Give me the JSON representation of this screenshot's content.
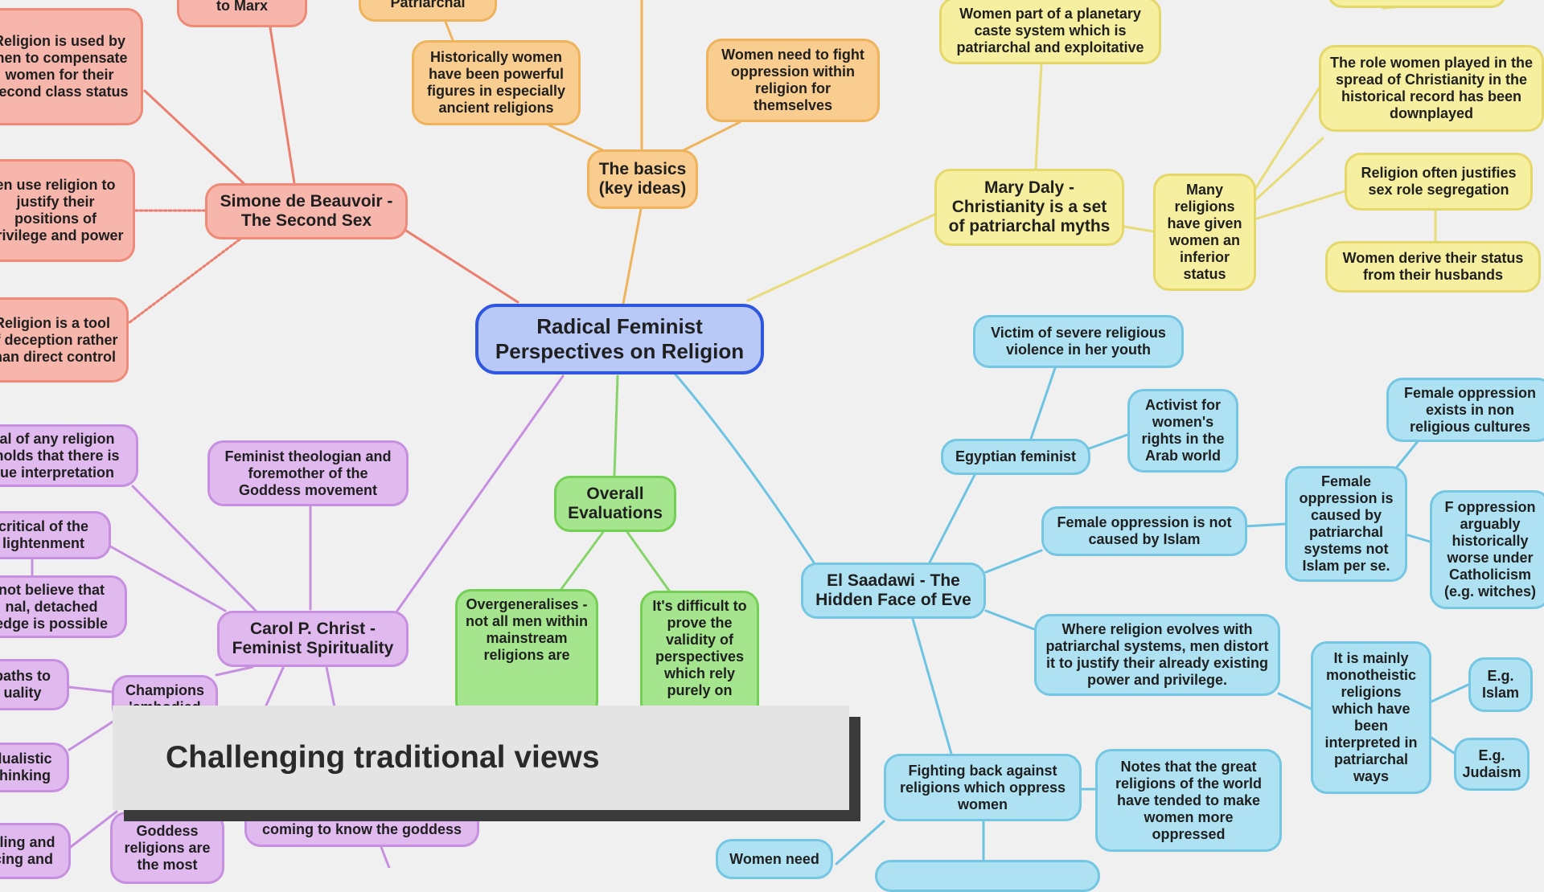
{
  "central": "Radical Feminist Perspectives on Religion",
  "nodes": {
    "marx": "to Marx",
    "patriarchal": "Patriarchal",
    "religion_compensate": "Religion is used by men to compensate women for their second class status",
    "men_justify": "en use religion to justify their positions of privilege and power",
    "religion_tool": "Religion is a tool of deception rather than direct control",
    "beauvoir": "Simone de Beauvoir - The Second Sex",
    "historically_women": "Historically women have been powerful figures in especially ancient religions",
    "women_fight": "Women need to fight oppression within religion for themselves",
    "basics": "The basics (key ideas)",
    "planetary": "Women part of a planetary caste system which is patriarchal and exploitative",
    "role_women": "The role women played in the spread of Christianity in the historical record has been downplayed",
    "sex_role": "Religion often justifies sex role segregation",
    "derive_status": "Women derive their status from their husbands",
    "many_religions": "Many religions have given women an inferior status",
    "daly": "Mary Daly - Christianity is a set of patriarchal myths",
    "victim": "Victim of severe religious violence in her youth",
    "activist": "Activist for women's rights in the Arab world",
    "egyptian": "Egyptian feminist",
    "female_non_religious": "Female oppression exists in non religious cultures",
    "not_islam": "Female oppression is not caused by Islam",
    "patriarchal_systems": "Female oppression is caused by patriarchal systems not Islam per se.",
    "catholicism": "F oppression arguably historically worse under Catholicism (e.g. witches)",
    "saadawi": "El Saadawi - The Hidden Face of Eve",
    "religion_evolves": "Where religion evolves with patriarchal systems, men distort it to justify their already existing power and privilege.",
    "monotheistic": "It is mainly monotheistic religions which have been interpreted in patriarchal ways",
    "islam": "E.g. Islam",
    "judaism": "E.g. Judaism",
    "fighting_back": "Fighting back against religions which oppress women",
    "notes_great": "Notes that the great religions of the world have tended to make women more oppressed",
    "women_need": "Women need",
    "any_religion": "al of any religion holds that there is ue interpretation",
    "enlightenment": "critical of the lightenment",
    "not_believe": "not believe that nal, detached edge is possible",
    "paths": "paths to uality",
    "dualistic": "dualistic thinking",
    "feeling": "eling and cing and",
    "theologian": "Feminist theologian and foremother of the Goddess movement",
    "christ": "Carol P. Christ - Feminist Spirituality",
    "champions": "Champions 'embodied",
    "goddess_religions": "Goddess religions are the most",
    "different_ways": "There are different ways of coming to know the goddess",
    "evaluations": "Overall Evaluations",
    "overgeneralises": "Overgeneralises - not all men within mainstream religions are",
    "difficult": "It's difficult to prove the validity of perspectives which rely purely on"
  },
  "caption": "Challenging traditional views",
  "colors": {
    "edge_pink": "#ec7e6e",
    "edge_orange": "#eeb35b",
    "edge_yellow": "#e8dc78",
    "edge_purple": "#c68fdf",
    "edge_green": "#86d46a",
    "edge_blue": "#6cc3e2"
  }
}
